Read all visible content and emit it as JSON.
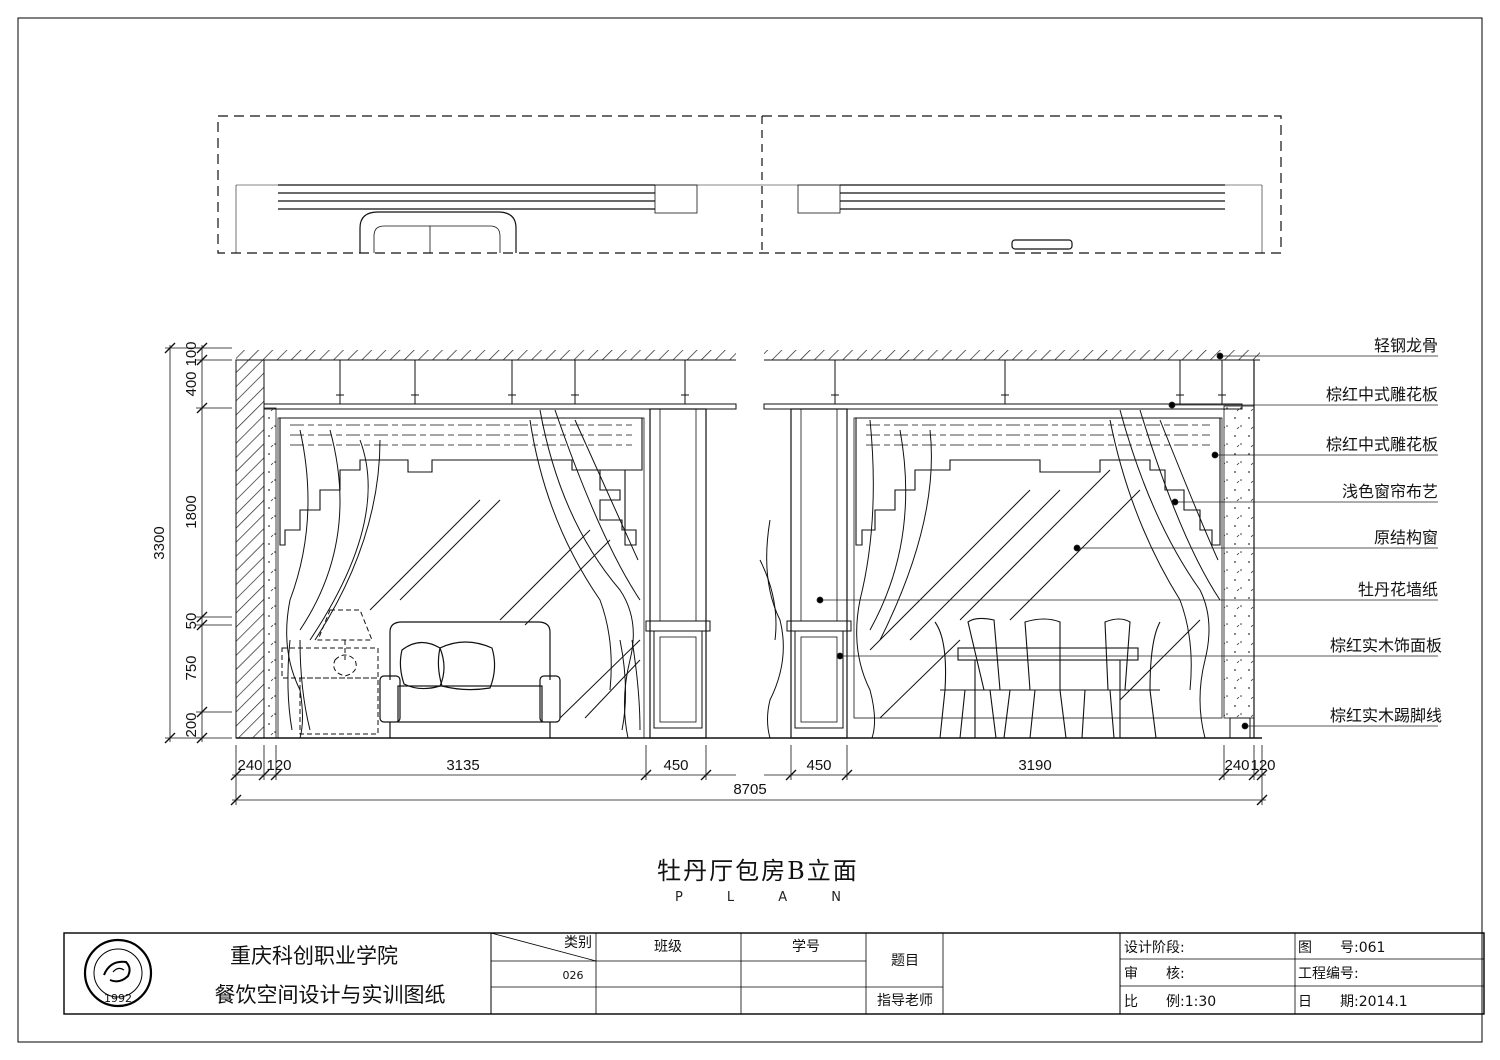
{
  "title": "牡丹厅包房B立面",
  "subtitle": "P L A N",
  "labels": [
    "轻钢龙骨",
    "棕红中式雕花板",
    "棕红中式雕花板",
    "浅色窗帘布艺",
    "原结构窗",
    "牡丹花墙纸",
    "棕红实木饰面板",
    "棕红实木踢脚线"
  ],
  "dims": {
    "left_vertical": [
      "100",
      "400",
      "1800",
      "50",
      "750",
      "200"
    ],
    "total_height": "3300",
    "bottom_left": [
      "240",
      "120",
      "3135",
      "450"
    ],
    "bottom_right": [
      "450",
      "3190",
      "240",
      "120"
    ],
    "total_width": "8705"
  },
  "title_block": {
    "school": "重庆科创职业学院",
    "course": "餐饮空间设计与实训图纸",
    "category_label": "类别",
    "category_value": "026",
    "class_label": "班级",
    "student_no_label": "学号",
    "topic_label": "题目",
    "advisor_label": "指导老师",
    "design_stage": "设计阶段:",
    "review": "审　　核:",
    "scale": "比　　例:1:30",
    "drawing_no": "图　　号:061",
    "project_no": "工程编号:",
    "date": "日　　期:2014.1",
    "logo_year": "1992"
  }
}
